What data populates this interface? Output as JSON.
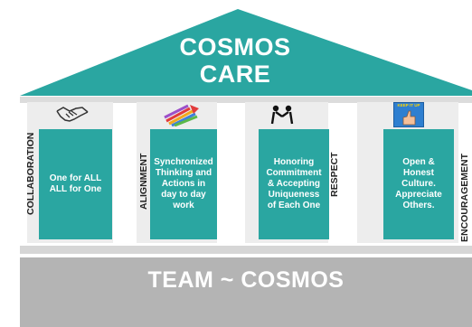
{
  "roof": {
    "title_line1": "COSMOS",
    "title_line2": "CARE",
    "color": "#2aa6a1"
  },
  "pillars": [
    {
      "label": "COLLABORATION",
      "text_lines": [
        "One for ALL",
        "ALL for One"
      ],
      "icon": "handshake-icon"
    },
    {
      "label": "ALIGNMENT",
      "text_lines": [
        "Synchronized",
        "Thinking and",
        "Actions in",
        "day to day",
        "work"
      ],
      "icon": "aligned-arrows-icon"
    },
    {
      "label": "RESPECT",
      "text_lines": [
        "Honoring",
        "Commitment",
        "& Accepting",
        "Uniqueness",
        "of Each One"
      ],
      "icon": "people-greeting-icon"
    },
    {
      "label": "ENCOURAGEMENT",
      "text_lines": [
        "Open &",
        "Honest",
        "Culture.",
        "Appreciate",
        "Others."
      ],
      "icon": "keep-it-up-thumbs-up-icon"
    }
  ],
  "icon_badge_text": "KEEP IT UP",
  "base": {
    "title": "TEAM ~ COSMOS",
    "color": "#b4b4b4"
  }
}
